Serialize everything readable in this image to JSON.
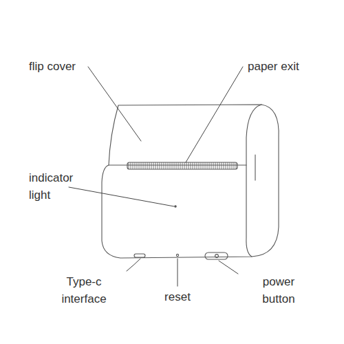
{
  "diagram": {
    "labels": [
      "flip cover",
      "paper exit",
      "indicator light",
      "Type-c interface",
      "reset",
      "power button"
    ]
  }
}
